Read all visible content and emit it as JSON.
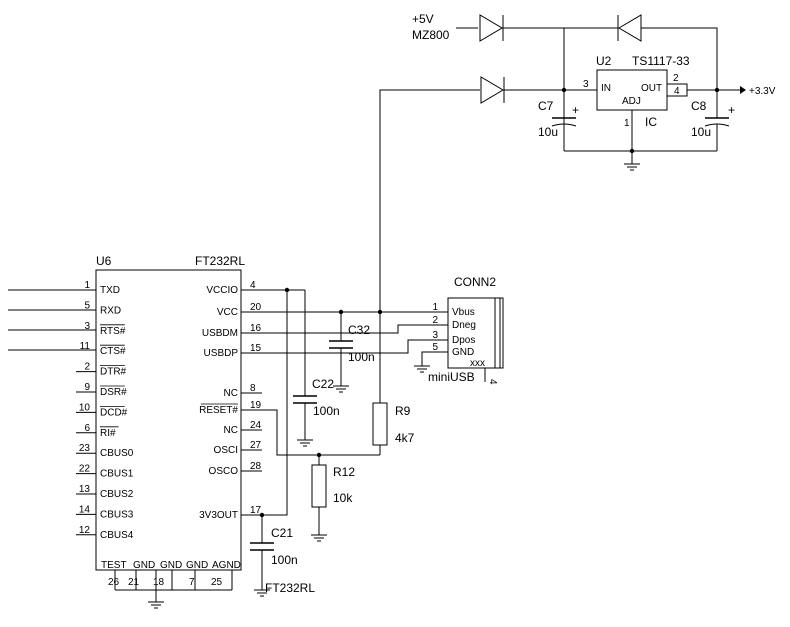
{
  "supply": {
    "vin_label": "+5V",
    "vin_source": "MZ800",
    "vout_label": "+3.3V"
  },
  "regulator": {
    "ref": "U2",
    "part": "TS1117-33",
    "pin_in": "IN",
    "pin_out": "OUT",
    "pin_adj": "ADJ",
    "body_label": "IC",
    "pin_num_in": "3",
    "pin_num_out": "2",
    "pin_num_tab": "4",
    "pin_num_adj": "1"
  },
  "caps": {
    "c7": {
      "ref": "C7",
      "value": "10u"
    },
    "c8": {
      "ref": "C8",
      "value": "10u"
    },
    "c22": {
      "ref": "C22",
      "value": "100n"
    },
    "c32": {
      "ref": "C32",
      "value": "100n"
    },
    "c21": {
      "ref": "C21",
      "value": "100n"
    },
    "polarity_mark": "+"
  },
  "resistors": {
    "r9": {
      "ref": "R9",
      "value": "4k7"
    },
    "r12": {
      "ref": "R12",
      "value": "10k"
    }
  },
  "u6": {
    "ref": "U6",
    "part": "FT232RL",
    "footer_label": "FT232RL",
    "left_pins": [
      {
        "num": "1",
        "name": "TXD"
      },
      {
        "num": "5",
        "name": "RXD"
      },
      {
        "num": "3",
        "name": "RTS#"
      },
      {
        "num": "11",
        "name": "CTS#"
      },
      {
        "num": "2",
        "name": "DTR#"
      },
      {
        "num": "9",
        "name": "DSR#"
      },
      {
        "num": "10",
        "name": "DCD#"
      },
      {
        "num": "6",
        "name": "RI#"
      },
      {
        "num": "23",
        "name": "CBUS0"
      },
      {
        "num": "22",
        "name": "CBUS1"
      },
      {
        "num": "13",
        "name": "CBUS2"
      },
      {
        "num": "14",
        "name": "CBUS3"
      },
      {
        "num": "12",
        "name": "CBUS4"
      }
    ],
    "right_pins": [
      {
        "num": "4",
        "name": "VCCIO"
      },
      {
        "num": "20",
        "name": "VCC"
      },
      {
        "num": "16",
        "name": "USBDM"
      },
      {
        "num": "15",
        "name": "USBDP"
      },
      {
        "num": "8",
        "name": "NC"
      },
      {
        "num": "19",
        "name": "RESET#"
      },
      {
        "num": "24",
        "name": "NC"
      },
      {
        "num": "27",
        "name": "OSCI"
      },
      {
        "num": "28",
        "name": "OSCO"
      },
      {
        "num": "17",
        "name": "3V3OUT"
      }
    ],
    "bottom_pins": [
      {
        "num": "26",
        "name": "TEST"
      },
      {
        "num": "21",
        "name": "GND"
      },
      {
        "num": "18",
        "name": "GND"
      },
      {
        "num": "7",
        "name": "GND"
      },
      {
        "num": "25",
        "name": "AGND"
      }
    ]
  },
  "conn2": {
    "ref": "CONN2",
    "part": "miniUSB",
    "pins": [
      {
        "num": "1",
        "name": "Vbus"
      },
      {
        "num": "2",
        "name": "Dneg"
      },
      {
        "num": "3",
        "name": "Dpos"
      },
      {
        "num": "5",
        "name": "GND"
      }
    ],
    "shield_mark": "xxx",
    "shield_pin": "4"
  }
}
